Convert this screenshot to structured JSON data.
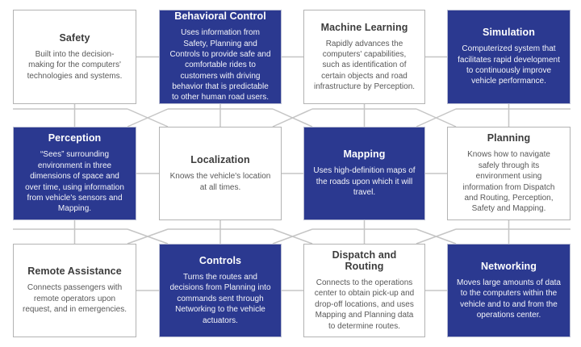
{
  "colors": {
    "brand_blue": "#2b3990",
    "card_border": "#b3b3b3",
    "connector_line": "#c5c5c5"
  },
  "cards": [
    {
      "id": "safety",
      "title": "Safety",
      "body": "Built into the decision-making for the computers' technologies and systems.",
      "variant": "light"
    },
    {
      "id": "behavioral-control",
      "title": "Behavioral Control",
      "body": "Uses information from Safety, Planning and Controls to provide safe and comfortable rides to customers with driving behavior that is predictable to other human road users.",
      "variant": "dark"
    },
    {
      "id": "machine-learning",
      "title": "Machine Learning",
      "body": "Rapidly advances the computers' capabilities, such as identification of certain objects and road infrastructure by Perception.",
      "variant": "light"
    },
    {
      "id": "simulation",
      "title": "Simulation",
      "body": "Computerized system that facilitates rapid development to continuously improve vehicle performance.",
      "variant": "dark"
    },
    {
      "id": "perception",
      "title": "Perception",
      "body": "“Sees” surrounding environment in three dimensions of space and over time, using information from vehicle's sensors and Mapping.",
      "variant": "dark"
    },
    {
      "id": "localization",
      "title": "Localization",
      "body": "Knows the vehicle's location at all times.",
      "variant": "light"
    },
    {
      "id": "mapping",
      "title": "Mapping",
      "body": "Uses high-definition maps of the roads upon which it will travel.",
      "variant": "dark"
    },
    {
      "id": "planning",
      "title": "Planning",
      "body": "Knows how to navigate safely through its environment using information from Dispatch and Routing, Perception, Safety and Mapping.",
      "variant": "light"
    },
    {
      "id": "remote-assistance",
      "title": "Remote Assistance",
      "body": "Connects passengers with remote operators upon request, and in emergencies.",
      "variant": "light"
    },
    {
      "id": "controls",
      "title": "Controls",
      "body": "Turns the routes and decisions from Planning into commands sent through Networking to the vehicle actuators.",
      "variant": "dark"
    },
    {
      "id": "dispatch-and-routing",
      "title": "Dispatch and Routing",
      "body": "Connects to the operations center to obtain pick-up and drop-off locations, and uses Mapping and Planning data to determine routes.",
      "variant": "light"
    },
    {
      "id": "networking",
      "title": "Networking",
      "body": "Moves large amounts of data to the computers within the vehicle and to and from the operations center.",
      "variant": "dark"
    }
  ]
}
